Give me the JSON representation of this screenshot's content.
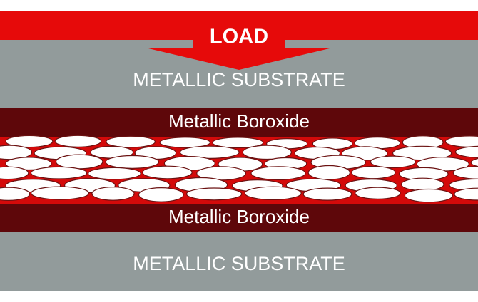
{
  "load_label": "LOAD",
  "top_substrate_label": "METALLIC SUBSTRATE",
  "top_boroxide_label": "Metallic Boroxide",
  "bottom_boroxide_label": "Metallic Boroxide",
  "bottom_substrate_label": "METALLIC SUBSTRATE",
  "colors": {
    "load_bar": "#e60a0a",
    "substrate": "#929b9b",
    "boroxide": "#5e070a",
    "film": "#d40a0a",
    "particle_fill": "#ffffff",
    "particle_stroke": "#6b1212",
    "text": "#ffffff"
  }
}
